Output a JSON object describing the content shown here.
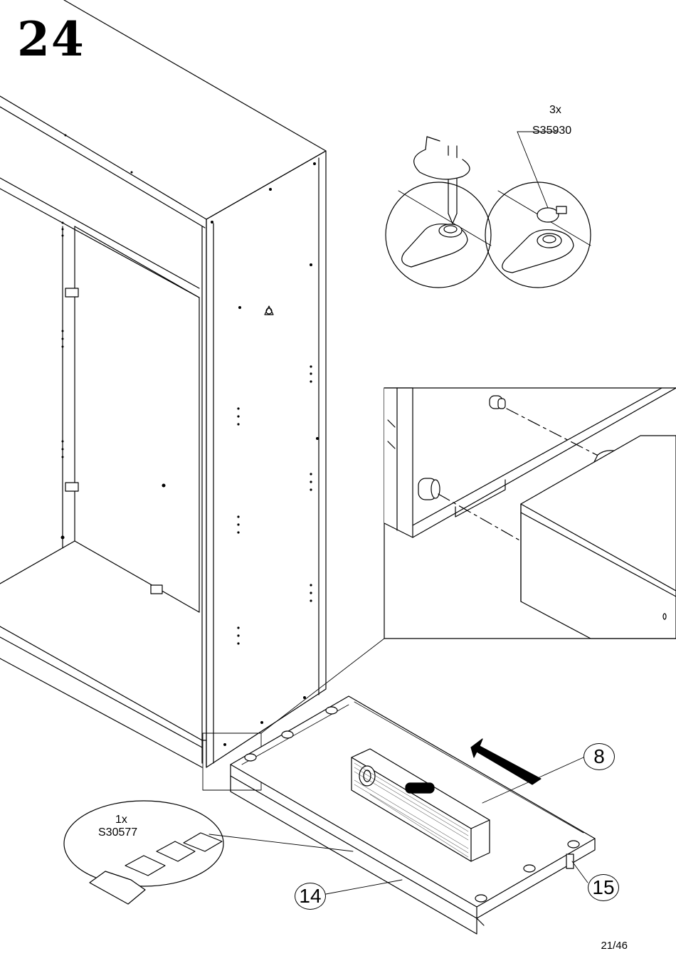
{
  "step": {
    "number": "24"
  },
  "cam_detail": {
    "quantity": "3x",
    "part_code": "S35930"
  },
  "pad_detail": {
    "quantity": "1x",
    "part_code": "S30577"
  },
  "callouts": {
    "top_board": "8",
    "plinth": "14",
    "bracket": "15"
  },
  "page": {
    "number": "21/46"
  }
}
